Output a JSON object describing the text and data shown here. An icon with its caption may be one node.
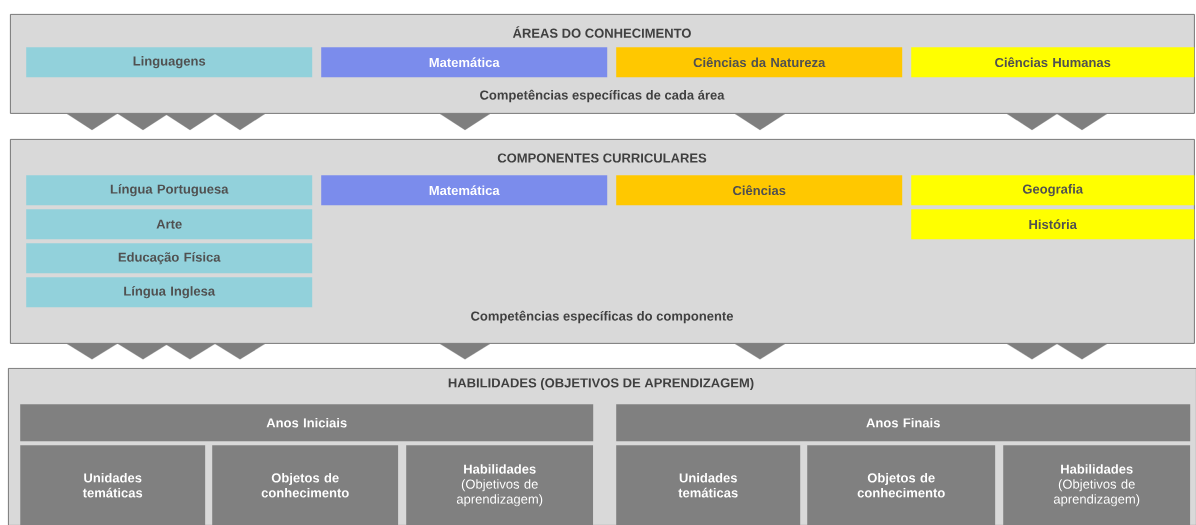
{
  "diagram": {
    "nodes": [
      {
        "text": [
          "ÁREAS DO CONHECIMENTO",
          "Competências específicas de cada área"
        ]
      },
      {
        "text": [
          "Linguagens"
        ],
        "in": 0
      },
      {
        "text": [
          "Matemática"
        ],
        "in": 0
      },
      {
        "text": [
          "Ciências da Natureza"
        ],
        "in": 0
      },
      {
        "text": [
          "Ciências Humanas"
        ],
        "in": 0
      },
      {
        "text": [
          "COMPONENTES CURRICULARES",
          "Competências específicas do componente"
        ]
      },
      {
        "text": [
          "Língua Portuguesa"
        ],
        "in": 5
      },
      {
        "text": [
          "Matemática"
        ],
        "in": 5
      },
      {
        "text": [
          "Ciências"
        ],
        "in": 5
      },
      {
        "text": [
          "Geografia"
        ],
        "in": 5
      },
      {
        "text": [
          "Arte"
        ],
        "in": 5
      },
      {
        "text": [
          "História"
        ],
        "in": 5
      },
      {
        "text": [
          "Educação Física"
        ],
        "in": 5
      },
      {
        "text": [
          "Língua Inglesa"
        ],
        "in": 5
      },
      {
        "text": [
          "HABILIDADES (OBJETIVOS DE APRENDIZAGEM)"
        ]
      },
      {
        "text": [
          "Anos Iniciais"
        ],
        "in": 14
      },
      {
        "text": [
          "Anos Finais"
        ],
        "in": 14
      },
      {
        "text": [
          "Unidades temáticas"
        ],
        "in": 14
      },
      {
        "text": [
          "Objetos de conhecimento"
        ],
        "in": 14
      },
      {
        "text": [
          "Habilidades",
          "(Objetivos de aprendizagem)"
        ],
        "in": 14
      },
      {
        "text": [
          "Unidades temáticas"
        ],
        "in": 14
      },
      {
        "text": [
          "Objetos de conhecimento"
        ],
        "in": 14
      },
      {
        "text": [
          "Habilidades",
          "(Objetivos de aprendizagem)"
        ],
        "in": 14
      }
    ],
    "edges": [
      {
        "from": 0,
        "to": 5,
        "arrow": "to"
      },
      {
        "from": 0,
        "to": 5,
        "arrow": "to"
      },
      {
        "from": 0,
        "to": 5,
        "arrow": "to"
      },
      {
        "from": 0,
        "to": 5,
        "arrow": "to"
      },
      {
        "from": 0,
        "to": 5,
        "arrow": "to"
      },
      {
        "from": 0,
        "to": 5,
        "arrow": "to"
      },
      {
        "from": 0,
        "to": 5,
        "arrow": "to"
      },
      {
        "from": 0,
        "to": 5,
        "arrow": "to"
      },
      {
        "from": 5,
        "to": 14,
        "arrow": "to"
      },
      {
        "from": 5,
        "to": 14,
        "arrow": "to"
      },
      {
        "from": 5,
        "to": 14,
        "arrow": "to"
      },
      {
        "from": 5,
        "to": 14,
        "arrow": "to"
      },
      {
        "from": 5,
        "to": 14,
        "arrow": "to"
      },
      {
        "from": 5,
        "to": 14,
        "arrow": "to"
      },
      {
        "from": 5,
        "to": 14,
        "arrow": "to"
      },
      {
        "from": 5,
        "to": 14,
        "arrow": "to"
      }
    ]
  }
}
